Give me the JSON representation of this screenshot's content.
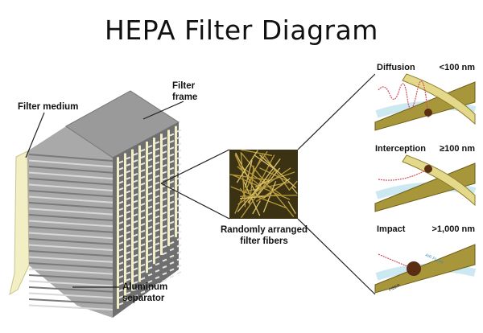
{
  "title": "HEPA Filter Diagram",
  "labels": {
    "filter_frame_1": "Filter",
    "filter_frame_2": "frame",
    "filter_medium": "Filter medium",
    "aluminum_1": "Aluminum",
    "aluminum_2": "separator",
    "fibers_1": "Randomly arranged",
    "fibers_2": "filter fibers"
  },
  "panels": [
    {
      "name": "Diffusion",
      "size": "<100 nm"
    },
    {
      "name": "Interception",
      "size": "≥100 nm"
    },
    {
      "name": "Impact",
      "size": ">1,000 nm",
      "air_flow": "AIR FLOW",
      "fiber": "FIBER"
    }
  ],
  "colors": {
    "fiber": "#a8963a",
    "fiber_light": "#e4d98a",
    "frame": "#8e8e8e",
    "medium": "#f3efc4",
    "air": "#bfe3ef",
    "particle": "#5a2e14"
  }
}
